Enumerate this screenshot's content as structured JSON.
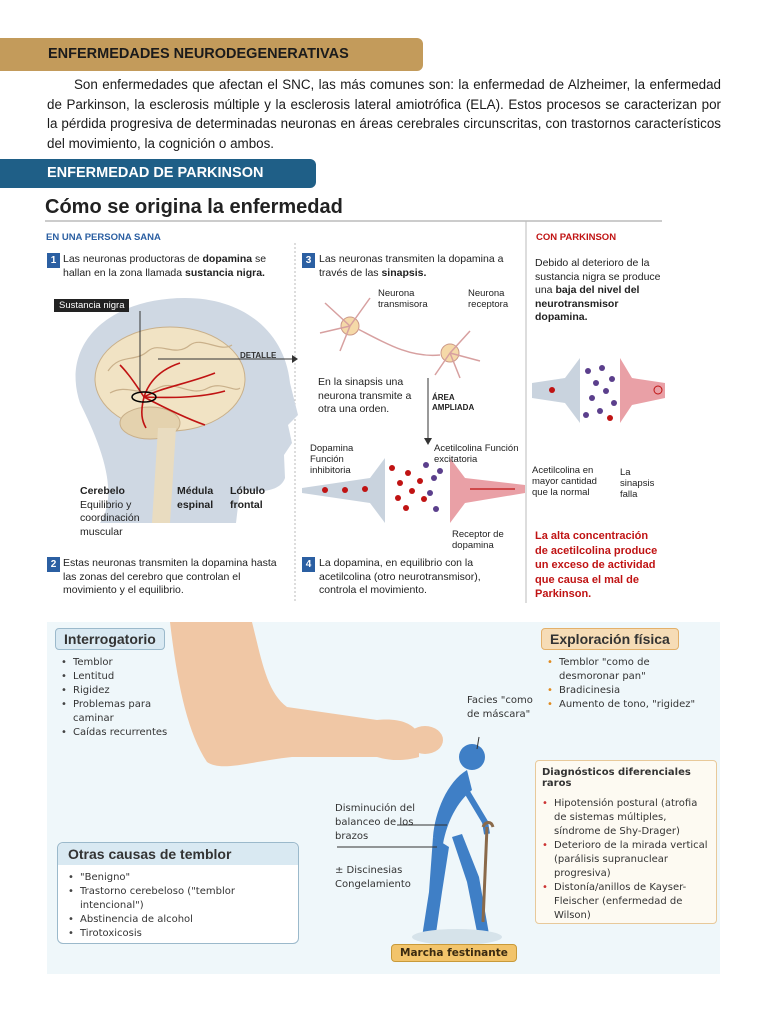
{
  "header": {
    "section_title": "ENFERMEDADES NEURODEGENERATIVAS",
    "intro": "Son enfermedades que afectan el SNC, las más comunes son: la enfermedad de Alzheimer, la enfermedad de Parkinson, la esclerosis múltiple y la esclerosis lateral amiotrófica (ELA). Estos procesos se caracterizan por la pérdida progresiva de determinadas neuronas en áreas cerebrales circunscritas, con trastornos característicos del movimiento, la cognición o ambos.",
    "subsection_title": "ENFERMEDAD DE PARKINSON"
  },
  "infographic": {
    "title": "Cómo se origina la enfermedad",
    "healthy_label": "EN UNA PERSONA SANA",
    "parkinson_label": "CON PARKINSON",
    "step1_num": "1",
    "step1_text_a": "Las neuronas productoras de ",
    "step1_text_b": "dopamina",
    "step1_text_c": " se hallan en la zona llamada ",
    "step1_text_d": "sustancia nigra.",
    "sustancia_label": "Sustancia nigra",
    "detalle": "DETALLE",
    "step3_num": "3",
    "step3_text_a": "Las neuronas transmiten la dopamina a través de las ",
    "step3_text_b": "sinapsis.",
    "neurona_transmisora": "Neurona transmisora",
    "neurona_receptora": "Neurona receptora",
    "sinapsis_text": "En la sinapsis una neurona transmite a otra una orden.",
    "area_ampliada": "ÁREA AMPLIADA",
    "dopamina_label": "Dopamina Función inhibitoria",
    "acetilcolina_label": "Acetilcolina Función excitatoria",
    "receptor_label": "Receptor de dopamina",
    "cerebelo": "Cerebelo",
    "cerebelo_desc": "Equilibrio y coordinación muscular",
    "medula": "Médula espinal",
    "lobulo": "Lóbulo frontal",
    "step2_num": "2",
    "step2_text": "Estas neuronas transmiten la dopamina hasta las zonas del cerebro que controlan el movimiento y el equilibrio.",
    "step4_num": "4",
    "step4_text": "La dopamina, en equilibrio con la acetilcolina (otro neurotransmisor), controla el movimiento.",
    "pk_text_a": "Debido al deterioro de la sustancia nigra se produce una ",
    "pk_text_b": "baja del nivel del neurotransmisor dopamina.",
    "acetil_mayor": "Acetilcolina en mayor cantidad que la normal",
    "sinapsis_falla": "La sinapsis falla",
    "conclusion": "La alta concentración de acetilcolina produce un exceso de actividad que causa el mal de Parkinson."
  },
  "clinical": {
    "interrogatorio_title": "Interrogatorio",
    "interrogatorio_items": [
      "Temblor",
      "Lentitud",
      "Rigidez",
      "Problemas para caminar",
      "Caídas recurrentes"
    ],
    "exploracion_title": "Exploración física",
    "exploracion_items": [
      "Temblor \"como de desmoronar pan\"",
      "Bradicinesia",
      "Aumento de tono, \"rigidez\""
    ],
    "facies": "Facies \"como de máscara\"",
    "disminucion": "Disminución del balanceo de los brazos",
    "discinesias": "± Discinesias Congelamiento",
    "marcha": "Marcha festinante",
    "diag_title": "Diagnósticos diferenciales raros",
    "diag_items": [
      "Hipotensión postural (atrofia de sistemas múltiples, síndrome de Shy-Drager)",
      "Deterioro de la mirada vertical (parálisis supranuclear progresiva)",
      "Distonía/anillos de Kayser-Fleischer (enfermedad de Wilson)"
    ],
    "otras_title": "Otras causas de temblor",
    "otras_items": [
      "\"Benigno\"",
      "Trastorno cerebeloso (\"temblor intencional\")",
      "Abstinencia de alcohol",
      "Tirotoxicosis"
    ]
  },
  "colors": {
    "banner_gold": "#c39b5b",
    "banner_blue": "#1f5f87",
    "step_blue": "#2b5fa2",
    "alert_red": "#c01313"
  }
}
